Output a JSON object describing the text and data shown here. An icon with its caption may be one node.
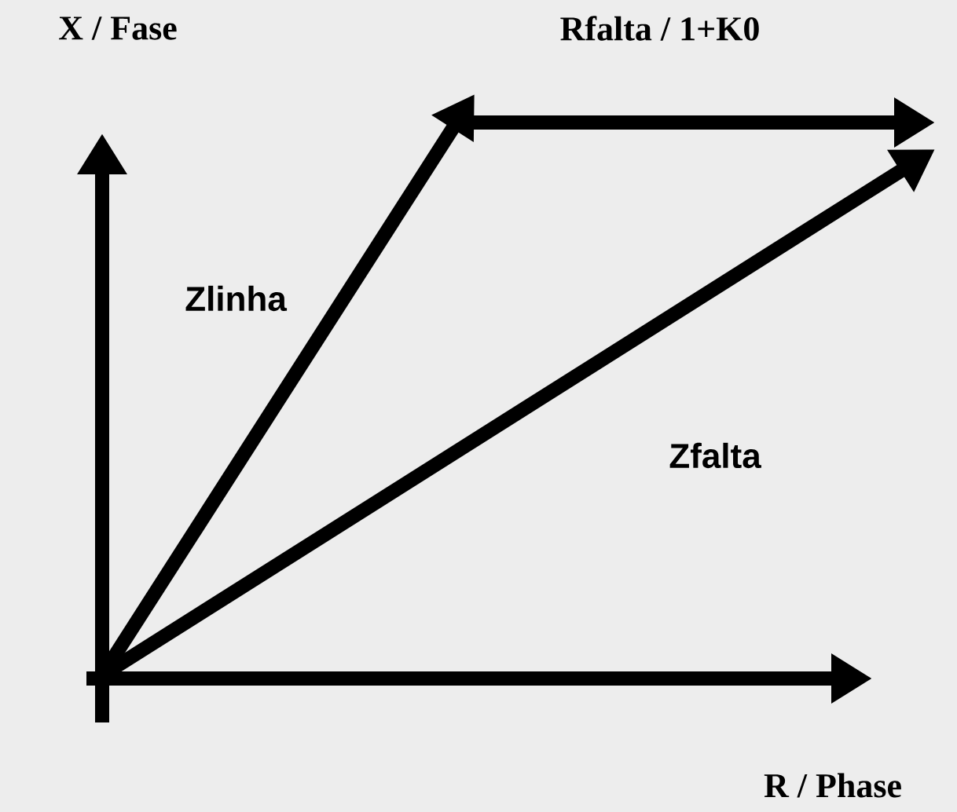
{
  "diagram": {
    "labels": [
      "X / Fase",
      "Rfalta / 1+K0",
      "Zlinha",
      "Zfalta",
      "R / Phase"
    ]
  }
}
